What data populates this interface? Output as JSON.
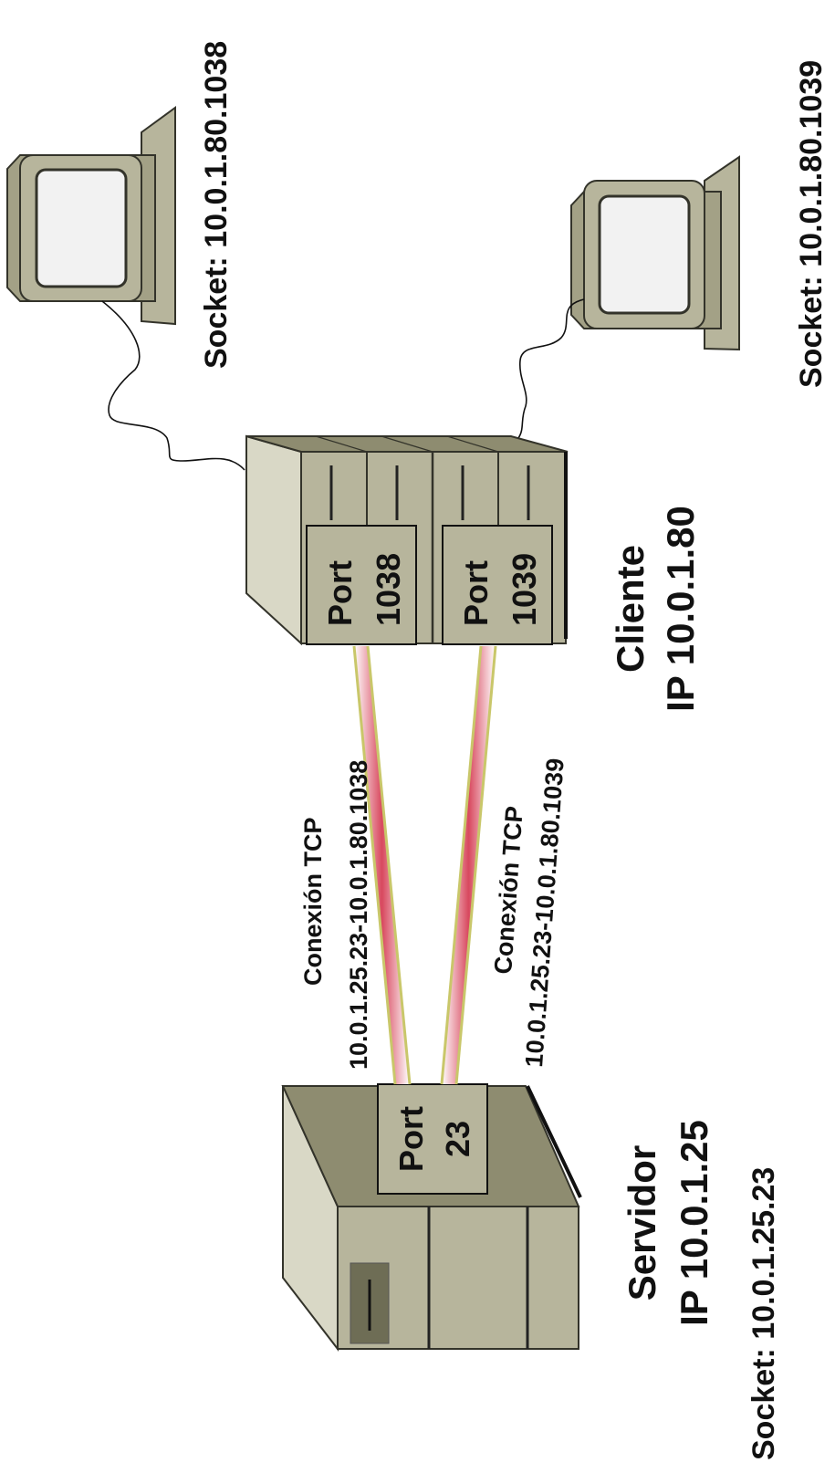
{
  "colors": {
    "device_face": "#b7b59c",
    "device_top": "#8e8c70",
    "device_side": "#d9d8c6",
    "device_outline": "#33332a",
    "cable_outer": "#c9c76a",
    "cable_inner": "#d8485e",
    "screen": "#f2f2f2"
  },
  "client": {
    "name": "Cliente",
    "ip": "IP 10.0.1.80",
    "ports": [
      {
        "label": "Port",
        "number": "1038"
      },
      {
        "label": "Port",
        "number": "1039"
      }
    ]
  },
  "server": {
    "name": "Servidor",
    "ip": "IP 10.0.1.25",
    "socket": "Socket:  10.0.1.25.23",
    "port": {
      "label": "Port",
      "number": "23"
    }
  },
  "terminals": [
    {
      "socket": "Socket:  10.0.1.80.1038"
    },
    {
      "socket": "Socket:  10.0.1.80.1039"
    }
  ],
  "connections": [
    {
      "title": "Conexión TCP",
      "pair": "10.0.1.25.23-10.0.1.80.1038"
    },
    {
      "title": "Conexión TCP",
      "pair": "10.0.1.25.23-10.0.1.80.1039"
    }
  ]
}
